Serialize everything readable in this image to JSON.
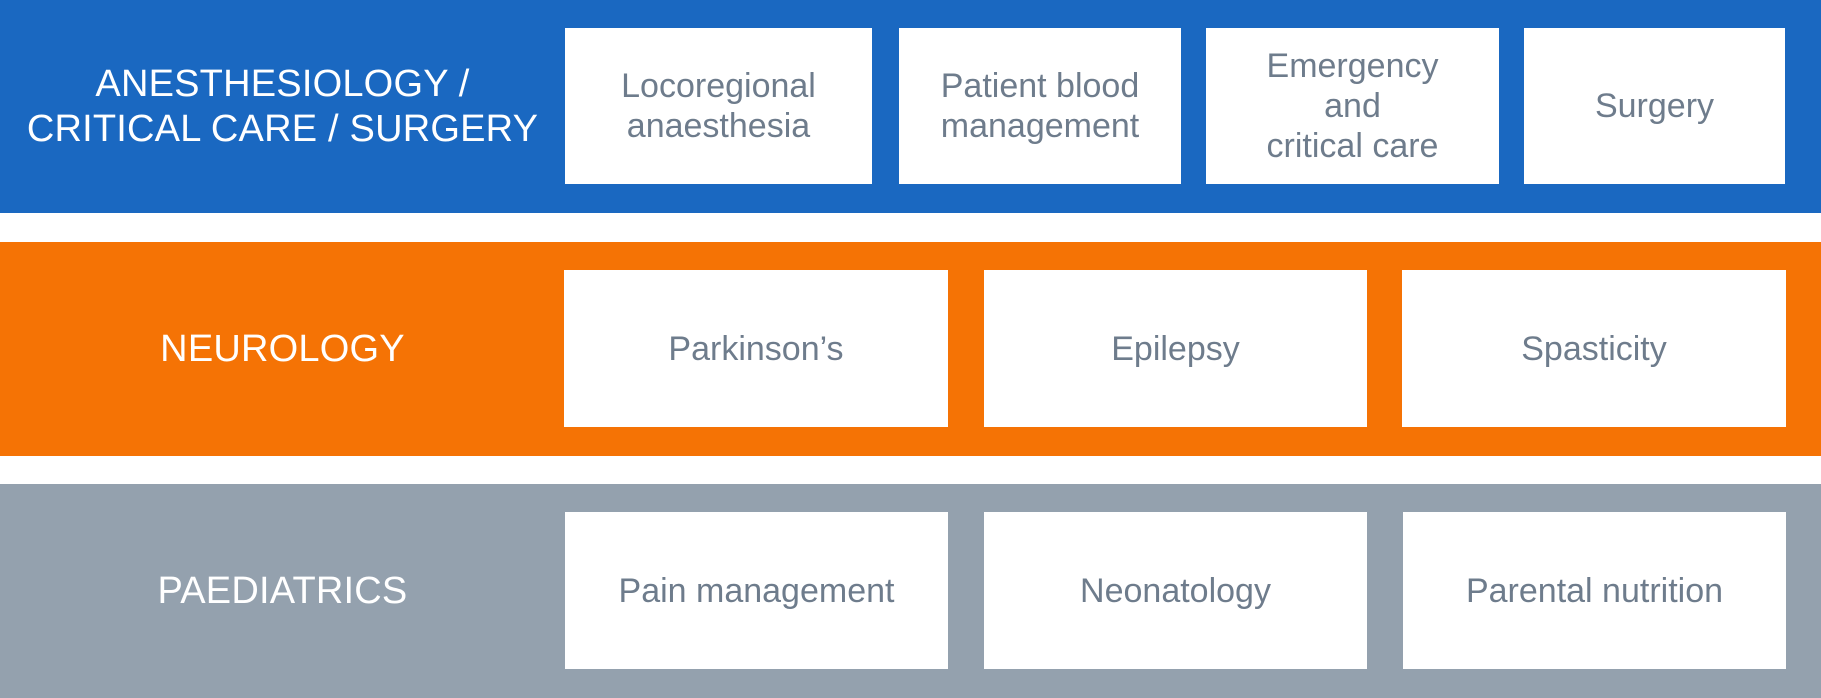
{
  "colors": {
    "anesthesiology": "#1a68c1",
    "neurology": "#f57305",
    "paediatrics": "#94a1ae",
    "card_text": "#6e7c8c",
    "label_text": "#ffffff"
  },
  "rows": [
    {
      "label_lines": [
        "ANESTHESIOLOGY /",
        "CRITICAL CARE / SURGERY"
      ],
      "cards": [
        {
          "lines": [
            "Locoregional",
            "anaesthesia"
          ]
        },
        {
          "lines": [
            "Patient blood",
            "management"
          ]
        },
        {
          "lines": [
            "Emergency",
            "and",
            "critical care"
          ]
        },
        {
          "lines": [
            "Surgery"
          ]
        }
      ]
    },
    {
      "label_lines": [
        "NEUROLOGY"
      ],
      "cards": [
        {
          "lines": [
            "Parkinson’s"
          ]
        },
        {
          "lines": [
            "Epilepsy"
          ]
        },
        {
          "lines": [
            "Spasticity"
          ]
        }
      ]
    },
    {
      "label_lines": [
        "PAEDIATRICS"
      ],
      "cards": [
        {
          "lines": [
            "Pain management"
          ]
        },
        {
          "lines": [
            "Neonatology"
          ]
        },
        {
          "lines": [
            "Parental nutrition"
          ]
        }
      ]
    }
  ]
}
